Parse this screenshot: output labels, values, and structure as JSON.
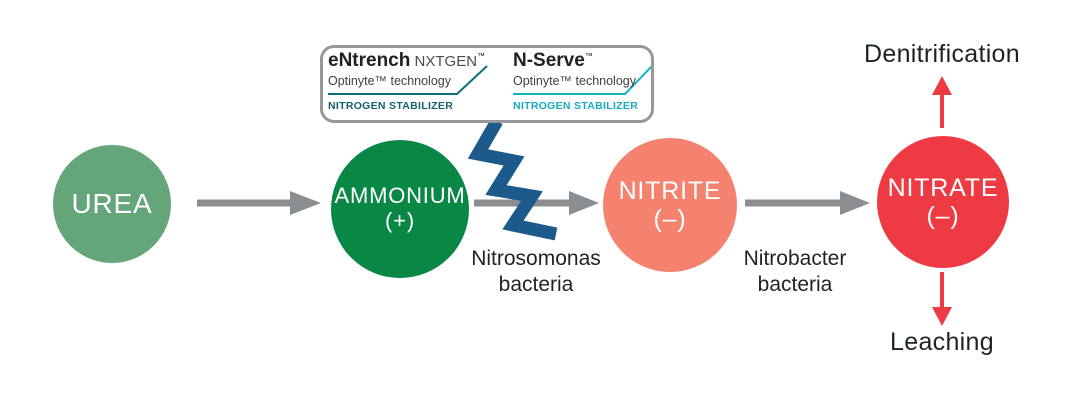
{
  "diagram": {
    "nodes": [
      {
        "label": "UREA",
        "sub": "",
        "color": "#64a679"
      },
      {
        "label": "AMMONIUM",
        "sub": "(+)",
        "color": "#098745"
      },
      {
        "label": "NITRITE",
        "sub": "(–)",
        "color": "#f5826f"
      },
      {
        "label": "NITRATE",
        "sub": "(–)",
        "color": "#ee3b43"
      }
    ],
    "process_labels": [
      {
        "line1": "Nitrosomonas",
        "line2": "bacteria"
      },
      {
        "line1": "Nitrobacter",
        "line2": "bacteria"
      }
    ],
    "loss_top": "Denitrification",
    "loss_bottom": "Leaching",
    "flow_arrow_color": "#8b8e91",
    "loss_arrow_color": "#ee3b43",
    "inhibitor_bolt_color": "#1d5a8c"
  },
  "stabilizer_box": {
    "products": [
      {
        "name": "eNtrench",
        "suffix": " NXTGEN",
        "tm": "™",
        "subtitle": "Optinyte™ technology",
        "tag": "NITROGEN STABILIZER",
        "accent": "#0e6f7a",
        "tag_color": "#145f6b"
      },
      {
        "name": "N-Serve",
        "suffix": "",
        "tm": "™",
        "subtitle": "Optinyte™ technology",
        "tag": "NITROGEN STABILIZER",
        "accent": "#12b2c6",
        "tag_color": "#18abc0"
      }
    ]
  }
}
